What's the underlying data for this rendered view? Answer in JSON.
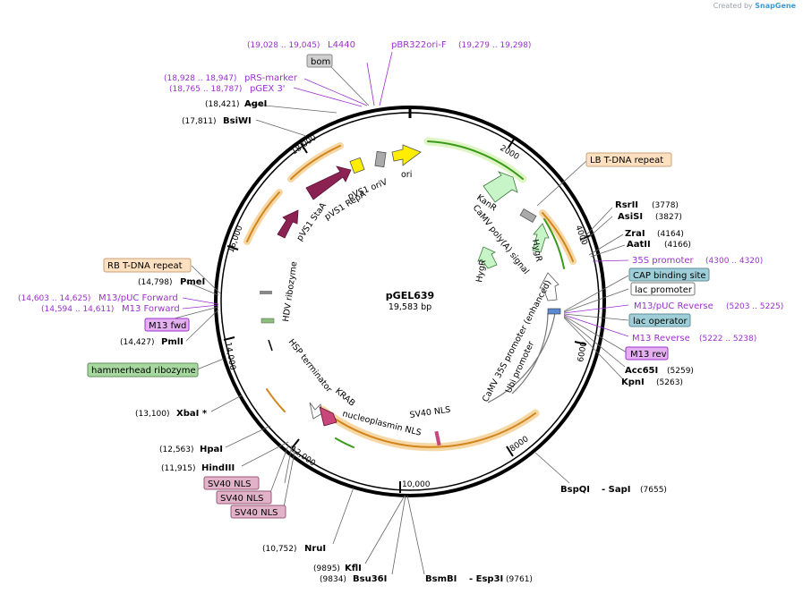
{
  "credit": {
    "prefix": "Created by",
    "brand": "SnapGene"
  },
  "plasmid": {
    "name": "pGEL639",
    "length": "19,583 bp"
  },
  "ticks": [
    {
      "label": "2000"
    },
    {
      "label": "4000"
    },
    {
      "label": "6000"
    },
    {
      "label": "8000"
    },
    {
      "label": "10,000"
    },
    {
      "label": "12,000"
    },
    {
      "label": "14,000"
    },
    {
      "label": "16,000"
    },
    {
      "label": "18,000"
    }
  ],
  "features_inner": [
    {
      "id": "ori",
      "label": "ori"
    },
    {
      "id": "pvs1-oriv",
      "label": "pVS1 oriV"
    },
    {
      "id": "pvs1-repa",
      "label": "pVS1 RepA"
    },
    {
      "id": "pvs1-staa",
      "label": "pVS1 StaA"
    },
    {
      "id": "kanr",
      "label": "KanR"
    },
    {
      "id": "camv-polya",
      "label": "CaMV poly(A) signal"
    },
    {
      "id": "hygr1",
      "label": "HygR"
    },
    {
      "id": "hygr2",
      "label": "HygR"
    },
    {
      "id": "camv35s",
      "label": "CaMV 35S promoter (enhanced)"
    },
    {
      "id": "ubi",
      "label": "Ubi promoter"
    },
    {
      "id": "sv40nls",
      "label": "SV40 NLS"
    },
    {
      "id": "nucleoplasmin",
      "label": "nucleoplasmin NLS"
    },
    {
      "id": "krab",
      "label": "KRAB"
    },
    {
      "id": "hsp",
      "label": "HSP terminator"
    },
    {
      "id": "hdv",
      "label": "HDV ribozyme"
    }
  ],
  "labels_right": [
    {
      "id": "lb",
      "label": "LB T-DNA repeat",
      "pos": "",
      "kind": "box-orange"
    },
    {
      "id": "rsrii",
      "label": "RsrII",
      "pos": "(3778)",
      "kind": "enzyme"
    },
    {
      "id": "asisi",
      "label": "AsiSI",
      "pos": "(3827)",
      "kind": "enzyme"
    },
    {
      "id": "zrai",
      "label": "ZraI",
      "pos": "(4164)",
      "kind": "enzyme"
    },
    {
      "id": "aatii",
      "label": "AatII",
      "pos": "(4166)",
      "kind": "enzyme"
    },
    {
      "id": "35s",
      "label": "35S promoter",
      "pos": "(4300 .. 4320)",
      "kind": "primer"
    },
    {
      "id": "cap",
      "label": "CAP binding site",
      "pos": "",
      "kind": "box-blue"
    },
    {
      "id": "lacprom",
      "label": "lac promoter",
      "pos": "",
      "kind": "box-white"
    },
    {
      "id": "m13puc-rev",
      "label": "M13/pUC Reverse",
      "pos": "(5203 .. 5225)",
      "kind": "primer"
    },
    {
      "id": "lacop",
      "label": "lac operator",
      "pos": "",
      "kind": "box-blue"
    },
    {
      "id": "m13rev-p",
      "label": "M13 Reverse",
      "pos": "(5222 .. 5238)",
      "kind": "primer"
    },
    {
      "id": "m13rev-box",
      "label": "M13 rev",
      "pos": "",
      "kind": "box-purple"
    },
    {
      "id": "acc65i",
      "label": "Acc65I",
      "pos": "(5259)",
      "kind": "enzyme"
    },
    {
      "id": "kpni",
      "label": "KpnI",
      "pos": "(5263)",
      "kind": "enzyme"
    },
    {
      "id": "bspqi",
      "label": "BspQI",
      "pos": "",
      "kind": "enzyme"
    },
    {
      "id": "sapi",
      "label": "- SapI",
      "pos": "(7655)",
      "kind": "enzyme"
    }
  ],
  "labels_bottom": [
    {
      "id": "nrui",
      "label": "NruI",
      "pos": "(10,752)"
    },
    {
      "id": "kfli",
      "label": "KflI",
      "pos": "(9895)"
    },
    {
      "id": "bsu36i",
      "label": "Bsu36I",
      "pos": "(9834)"
    },
    {
      "id": "bsmbi",
      "label": "BsmBI",
      "pos": ""
    },
    {
      "id": "esp3i",
      "label": "- Esp3I",
      "pos": "(9761)"
    }
  ],
  "labels_left": [
    {
      "id": "l4440",
      "label": "L4440",
      "pos": "(19,028 .. 19,045)",
      "kind": "primer"
    },
    {
      "id": "pbr322",
      "label": "pBR322ori-F",
      "pos": "(19,279 .. 19,298)",
      "kind": "primer"
    },
    {
      "id": "bom",
      "label": "bom",
      "pos": "",
      "kind": "box-gray"
    },
    {
      "id": "prs",
      "label": "pRS-marker",
      "pos": "(18,928 .. 18,947)",
      "kind": "primer"
    },
    {
      "id": "pgex",
      "label": "pGEX 3'",
      "pos": "(18,765 .. 18,787)",
      "kind": "primer"
    },
    {
      "id": "agei",
      "label": "AgeI",
      "pos": "(18,421)",
      "kind": "enzyme"
    },
    {
      "id": "bsiwi",
      "label": "BsiWI",
      "pos": "(17,811)",
      "kind": "enzyme"
    },
    {
      "id": "rb",
      "label": "RB T-DNA repeat",
      "pos": "",
      "kind": "box-orange"
    },
    {
      "id": "pmei",
      "label": "PmeI",
      "pos": "(14,798)",
      "kind": "enzyme"
    },
    {
      "id": "m13puc-fwd",
      "label": "M13/pUC Forward",
      "pos": "(14,603 .. 14,625)",
      "kind": "primer"
    },
    {
      "id": "m13fwd-p",
      "label": "M13 Forward",
      "pos": "(14,594 .. 14,611)",
      "kind": "primer"
    },
    {
      "id": "m13fwd-box",
      "label": "M13 fwd",
      "pos": "",
      "kind": "box-purple"
    },
    {
      "id": "pmli",
      "label": "PmlI",
      "pos": "(14,427)",
      "kind": "enzyme"
    },
    {
      "id": "hammerhead",
      "label": "hammerhead ribozyme",
      "pos": "",
      "kind": "box-green"
    },
    {
      "id": "xbai",
      "label": "XbaI *",
      "pos": "(13,100)",
      "kind": "enzyme"
    },
    {
      "id": "hpai",
      "label": "HpaI",
      "pos": "(12,563)",
      "kind": "enzyme"
    },
    {
      "id": "hindiii",
      "label": "HindIII",
      "pos": "(11,915)",
      "kind": "enzyme"
    },
    {
      "id": "sv40a",
      "label": "SV40 NLS",
      "pos": "",
      "kind": "box-pink"
    },
    {
      "id": "sv40b",
      "label": "SV40 NLS",
      "pos": "",
      "kind": "box-pink"
    },
    {
      "id": "sv40c",
      "label": "SV40 NLS",
      "pos": "",
      "kind": "box-pink"
    }
  ],
  "colors": {
    "backbone": "#000000",
    "ori": "#ffee00",
    "oriv": "#ffee00",
    "repa": "#8b2252",
    "kanr": "#c8f5c8",
    "hygr": "#c8f5c8",
    "orf_green": "#3a9a1a",
    "orf_orange": "#e08a1a",
    "primer": "#9b30d0",
    "box_orange": "#fde0c0",
    "box_blue": "#9ecfd8",
    "box_purple": "#e4b0f0",
    "box_green": "#a7d8a0",
    "box_pink": "#e2b3c8",
    "box_gray": "#cfcfcf"
  }
}
